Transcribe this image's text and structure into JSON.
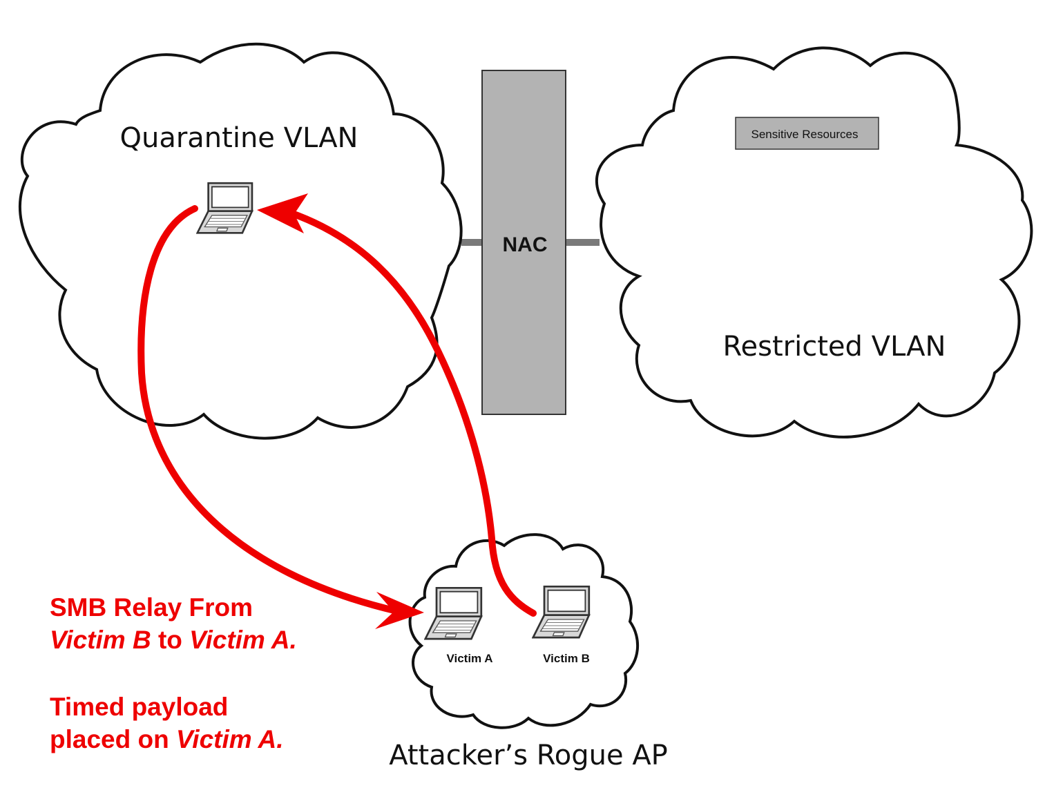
{
  "clouds": {
    "quarantine": {
      "label": "Quarantine VLAN"
    },
    "restricted": {
      "label": "Restricted VLAN",
      "resource_box": "Sensitive Resources"
    },
    "rogue_ap": {
      "label": "Attacker’s Rogue AP"
    }
  },
  "nac": {
    "label": "NAC"
  },
  "devices": {
    "victim_a": {
      "label": "Victim A"
    },
    "victim_b": {
      "label": "Victim B"
    }
  },
  "annotation": {
    "line1_prefix": "SMB Relay From",
    "victim_b": "Victim B",
    "to": " to ",
    "victim_a": "Victim A.",
    "line3": "Timed payload",
    "line4_prefix": "placed on ",
    "line4_victim": "Victim A."
  },
  "colors": {
    "arrow": "#ee0000",
    "nac_fill": "#b3b3b3",
    "resource_fill": "#b3b3b3",
    "link": "#7a7a7a"
  }
}
